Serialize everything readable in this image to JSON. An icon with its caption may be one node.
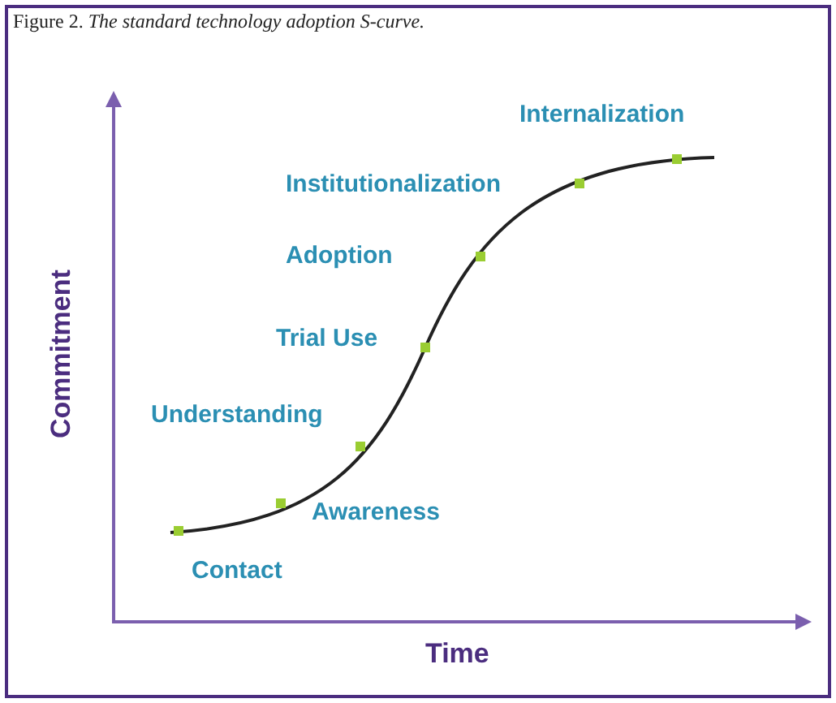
{
  "diagram": {
    "title": "Figure 2. *The standard technology adoption S-curve.*",
    "labels": [
      "Internalization",
      "Institutionalization",
      "Adoption",
      "Trial Use",
      "Understanding",
      "Commitment",
      "Awareness",
      "Contact",
      "Time"
    ]
  }
}
